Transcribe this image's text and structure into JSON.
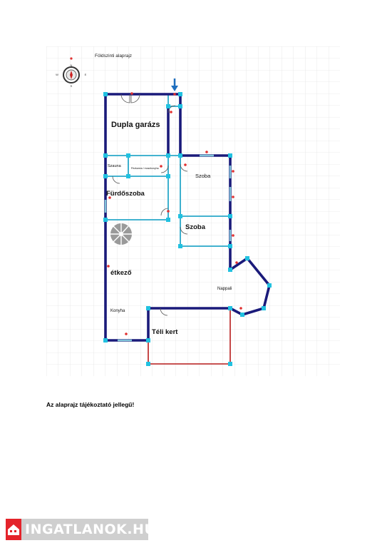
{
  "plan": {
    "title": "Földszinti alaprajz",
    "rooms": {
      "garage": "Dupla garázs",
      "sauna": "Szauna",
      "utility": "Pézkamra / mosókonyha",
      "bathroom": "Fürdőszoba",
      "room1": "Szoba",
      "room2": "Szoba",
      "dining": "étkező",
      "kitchen": "Konyha",
      "living": "Nappali",
      "winter_garden": "Téli kert"
    },
    "compass": {
      "north": "N",
      "south": "S",
      "east": "E",
      "west": "W"
    }
  },
  "disclaimer": "Az alaprajz tájékoztató jellegű!",
  "brand": {
    "name": "INGATLANOK.HU"
  },
  "colors": {
    "wall": "#1a1a7a",
    "inner_wall": "#29a8c9",
    "joint": "#21c1e0",
    "red_wall": "#b81c1c",
    "grid": "#dcdcdc",
    "marker": "#e03030",
    "entrance_arrow": "#1f6fbf",
    "brand_red": "#e4242b",
    "brand_grey": "#cfcfcf"
  }
}
